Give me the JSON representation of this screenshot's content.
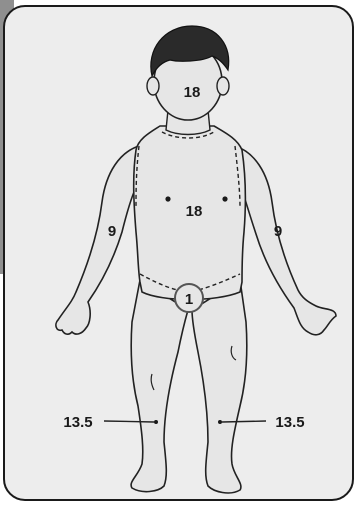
{
  "diagram": {
    "labels": {
      "head": "18",
      "trunk": "18",
      "right_arm": "9",
      "left_arm": "9",
      "genitalia": "1",
      "right_leg": "13.5",
      "left_leg": "13.5"
    },
    "colors": {
      "skin": "#e6e6e6",
      "hair": "#2a2a2a",
      "outline": "#222222",
      "frame": "#1a1a1a",
      "side_bar": "#8f8f8f"
    }
  }
}
